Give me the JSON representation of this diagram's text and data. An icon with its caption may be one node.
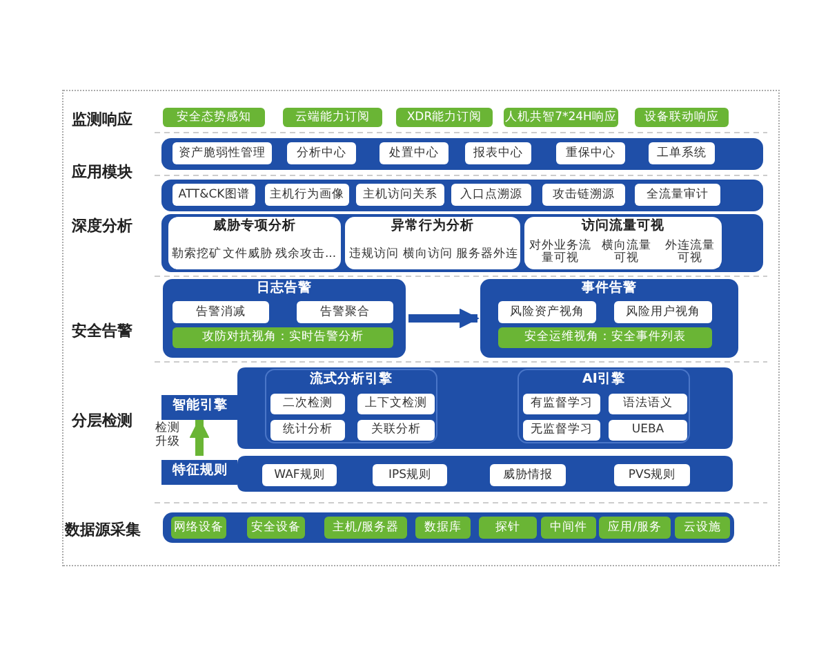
{
  "diagram": {
    "nodes": [
      {
        "text": [
          "安全态势感知"
        ]
      },
      {
        "text": [
          "云端能力订阅"
        ]
      },
      {
        "text": [
          "XDR能力订阅"
        ]
      },
      {
        "text": [
          "人机共智7*24H响应"
        ]
      },
      {
        "text": [
          "设备联动响应"
        ]
      },
      {
        "text": [],
        "shape": "box"
      },
      {
        "text": [
          "资产脆弱性管理"
        ],
        "in": 5
      },
      {
        "text": [
          "分析中心"
        ],
        "in": 5
      },
      {
        "text": [
          "处置中心"
        ],
        "in": 5
      },
      {
        "text": [
          "报表中心"
        ],
        "in": 5
      },
      {
        "text": [
          "重保中心"
        ],
        "in": 5
      },
      {
        "text": [
          "工单系统"
        ],
        "in": 5
      },
      {
        "text": [],
        "shape": "box"
      },
      {
        "text": [
          "ATT&CK图谱"
        ],
        "in": 12
      },
      {
        "text": [
          "主机行为画像"
        ],
        "in": 12
      },
      {
        "text": [
          "主机访问关系"
        ],
        "in": 12
      },
      {
        "text": [
          "入口点溯源"
        ],
        "in": 12
      },
      {
        "text": [
          "攻击链溯源"
        ],
        "in": 12
      },
      {
        "text": [
          "全流量审计"
        ],
        "in": 12
      },
      {
        "text": [],
        "shape": "box"
      },
      {
        "text": [
          "威胁专项分析"
        ],
        "in": 19
      },
      {
        "text": [
          "勒索挖矿"
        ],
        "in": 20
      },
      {
        "text": [
          "文件威胁"
        ],
        "in": 20
      },
      {
        "text": [
          "残余攻击..."
        ],
        "in": 20
      },
      {
        "text": [
          "异常行为分析"
        ],
        "in": 19
      },
      {
        "text": [
          "违规访问"
        ],
        "in": 24
      },
      {
        "text": [
          "横向访问"
        ],
        "in": 24
      },
      {
        "text": [
          "服务器外连"
        ],
        "in": 24
      },
      {
        "text": [
          "访问流量可视"
        ],
        "in": 19
      },
      {
        "text": [
          "对外业务流量可视"
        ],
        "in": 28
      },
      {
        "text": [
          "横向流量可视"
        ],
        "in": 28
      },
      {
        "text": [
          "外连流量可视"
        ],
        "in": 28
      },
      {
        "text": [
          "日志告警"
        ]
      },
      {
        "text": [
          "告警消减"
        ],
        "in": 32
      },
      {
        "text": [
          "告警聚合"
        ],
        "in": 32
      },
      {
        "text": [
          "攻防对抗视角：实时告警分析"
        ],
        "in": 32
      },
      {
        "text": [
          "事件告警"
        ]
      },
      {
        "text": [
          "风险资产视角"
        ],
        "in": 36
      },
      {
        "text": [
          "风险用户视角"
        ],
        "in": 36
      },
      {
        "text": [
          "安全运维视角：安全事件列表"
        ],
        "in": 36
      },
      {
        "text": [
          "智能引擎"
        ]
      },
      {
        "text": [
          "流式分析引擎"
        ],
        "in": 40
      },
      {
        "text": [
          "二次检测"
        ],
        "in": 41
      },
      {
        "text": [
          "上下文检测"
        ],
        "in": 41
      },
      {
        "text": [
          "统计分析"
        ],
        "in": 41
      },
      {
        "text": [
          "关联分析"
        ],
        "in": 41
      },
      {
        "text": [
          "AI引擎"
        ],
        "in": 40
      },
      {
        "text": [
          "有监督学习"
        ],
        "in": 46
      },
      {
        "text": [
          "语法语义"
        ],
        "in": 46
      },
      {
        "text": [
          "无监督学习"
        ],
        "in": 46
      },
      {
        "text": [
          "UEBA"
        ],
        "in": 46
      },
      {
        "text": [
          "特征规则"
        ]
      },
      {
        "text": [
          "WAF规则"
        ],
        "in": 51
      },
      {
        "text": [
          "IPS规则"
        ],
        "in": 51
      },
      {
        "text": [
          "威胁情报"
        ],
        "in": 51
      },
      {
        "text": [
          "PVS规则"
        ],
        "in": 51
      },
      {
        "text": [],
        "shape": "box"
      },
      {
        "text": [
          "网络设备"
        ],
        "in": 56
      },
      {
        "text": [
          "安全设备"
        ],
        "in": 56
      },
      {
        "text": [
          "主机/服务器"
        ],
        "in": 56
      },
      {
        "text": [
          "数据库"
        ],
        "in": 56
      },
      {
        "text": [
          "探针"
        ],
        "in": 56
      },
      {
        "text": [
          "中间件"
        ],
        "in": 56
      },
      {
        "text": [
          "应用/服务"
        ],
        "in": 56
      },
      {
        "text": [
          "云设施"
        ],
        "in": 56
      }
    ],
    "edges": [
      {
        "from": 32,
        "to": 36,
        "arrow": "to"
      },
      {
        "from": 51,
        "to": 40,
        "arrow": "to",
        "label": "检测升级",
        "color": "#6ab535"
      }
    ],
    "labels": [
      "监测响应",
      "应用模块",
      "深度分析",
      "安全告警",
      "分层检测",
      "数据源采集"
    ]
  }
}
